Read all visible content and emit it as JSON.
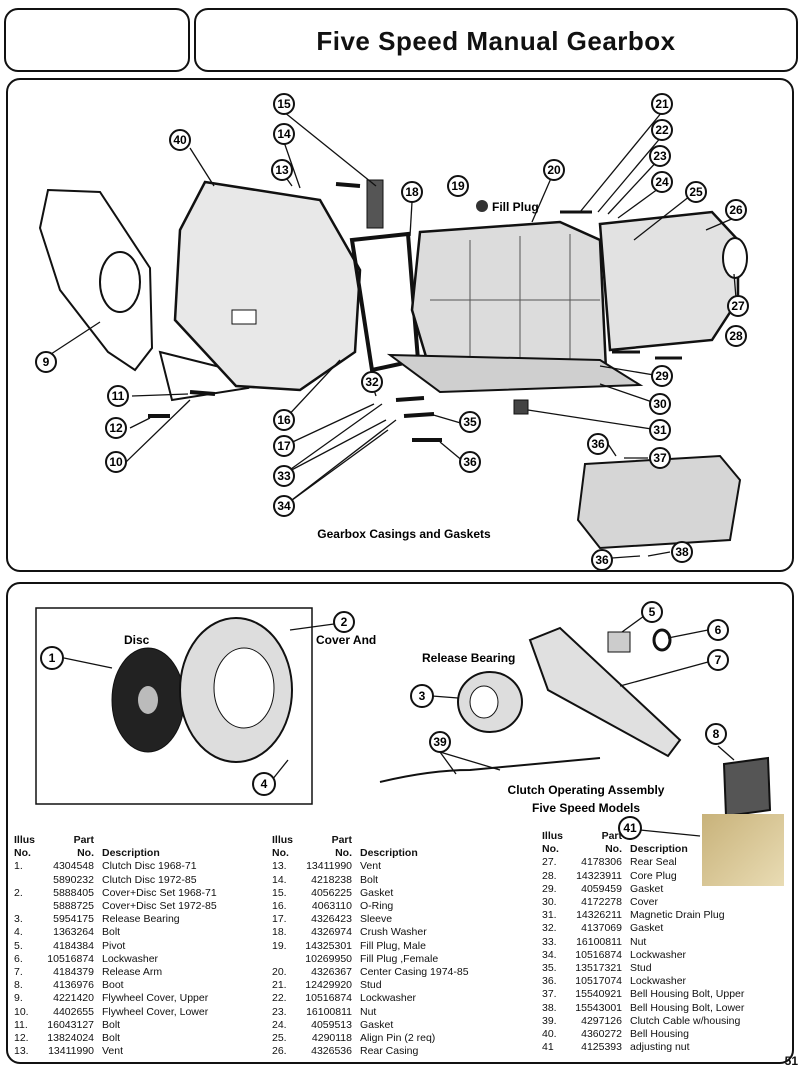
{
  "header": {
    "title": "Five Speed Manual Gearbox"
  },
  "diagram_top": {
    "caption": "Gearbox Casings and Gaskets",
    "fill_plug_label": "Fill Plug",
    "callouts": [
      "15",
      "14",
      "13",
      "40",
      "18",
      "19",
      "20",
      "21",
      "22",
      "23",
      "24",
      "25",
      "26",
      "27",
      "28",
      "29",
      "30",
      "31",
      "32",
      "35",
      "36",
      "16",
      "17",
      "33",
      "34",
      "9",
      "11",
      "12",
      "10",
      "36",
      "37",
      "36",
      "38"
    ]
  },
  "diagram_bottom": {
    "caption_line1": "Clutch Operating  Assembly",
    "caption_line2": "Five Speed Models",
    "disc_label": "Disc",
    "cover_label": "Cover And",
    "release_bearing_label": "Release Bearing",
    "callouts": [
      "1",
      "2",
      "3",
      "4",
      "5",
      "6",
      "7",
      "8",
      "39",
      "41"
    ]
  },
  "parts_header": {
    "illus": "Illus",
    "no": "No.",
    "part": "Part",
    "partno": "No.",
    "desc": "Description"
  },
  "parts_col1": [
    {
      "no": "1.",
      "part": "4304548",
      "desc": "Clutch Disc 1968-71"
    },
    {
      "no": "",
      "part": "5890232",
      "desc": "Clutch Disc 1972-85"
    },
    {
      "no": "2.",
      "part": "5888405",
      "desc": "Cover+Disc Set 1968-71"
    },
    {
      "no": "",
      "part": "5888725",
      "desc": "Cover+Disc Set 1972-85"
    },
    {
      "no": "3.",
      "part": "5954175",
      "desc": "Release Bearing"
    },
    {
      "no": "4.",
      "part": "1363264",
      "desc": "Bolt"
    },
    {
      "no": "5.",
      "part": "4184384",
      "desc": "Pivot"
    },
    {
      "no": "6.",
      "part": "10516874",
      "desc": "Lockwasher"
    },
    {
      "no": "7.",
      "part": "4184379",
      "desc": "Release Arm"
    },
    {
      "no": "8.",
      "part": "4136976",
      "desc": "Boot"
    },
    {
      "no": "9.",
      "part": "4221420",
      "desc": "Flywheel Cover, Upper"
    },
    {
      "no": "10.",
      "part": "4402655",
      "desc": "Flywheel Cover, Lower"
    },
    {
      "no": "11.",
      "part": "16043127",
      "desc": "Bolt"
    },
    {
      "no": "12.",
      "part": "13824024",
      "desc": "Bolt"
    },
    {
      "no": "13.",
      "part": "13411990",
      "desc": "Vent"
    }
  ],
  "parts_col2": [
    {
      "no": "13.",
      "part": "13411990",
      "desc": "Vent"
    },
    {
      "no": "14.",
      "part": "4218238",
      "desc": "Bolt"
    },
    {
      "no": "15.",
      "part": "4056225",
      "desc": "Gasket"
    },
    {
      "no": "16.",
      "part": "4063110",
      "desc": "O-Ring"
    },
    {
      "no": "17.",
      "part": "4326423",
      "desc": "Sleeve"
    },
    {
      "no": "18.",
      "part": "4326974",
      "desc": "Crush Washer"
    },
    {
      "no": "19.",
      "part": "14325301",
      "desc": "Fill Plug, Male"
    },
    {
      "no": "",
      "part": "10269950",
      "desc": "Fill Plug ,Female"
    },
    {
      "no": "20.",
      "part": "4326367",
      "desc": "Center Casing 1974-85"
    },
    {
      "no": "21.",
      "part": "12429920",
      "desc": "Stud"
    },
    {
      "no": "22.",
      "part": "10516874",
      "desc": "Lockwasher"
    },
    {
      "no": "23.",
      "part": "16100811",
      "desc": "Nut"
    },
    {
      "no": "24.",
      "part": "4059513",
      "desc": "Gasket"
    },
    {
      "no": "25.",
      "part": "4290118",
      "desc": "Align Pin (2 req)"
    },
    {
      "no": "26.",
      "part": "4326536",
      "desc": "Rear Casing"
    }
  ],
  "parts_col3": [
    {
      "no": "27.",
      "part": "4178306",
      "desc": "Rear Seal"
    },
    {
      "no": "28.",
      "part": "14323911",
      "desc": "Core Plug"
    },
    {
      "no": "29.",
      "part": "4059459",
      "desc": "Gasket"
    },
    {
      "no": "30.",
      "part": "4172278",
      "desc": "Cover"
    },
    {
      "no": "31.",
      "part": "14326211",
      "desc": "Magnetic Drain Plug"
    },
    {
      "no": "32.",
      "part": "4137069",
      "desc": "Gasket"
    },
    {
      "no": "33.",
      "part": "16100811",
      "desc": "Nut"
    },
    {
      "no": "34.",
      "part": "10516874",
      "desc": "Lockwasher"
    },
    {
      "no": "35.",
      "part": "13517321",
      "desc": "Stud"
    },
    {
      "no": "36.",
      "part": "10517074",
      "desc": "Lockwasher"
    },
    {
      "no": "37.",
      "part": "15540921",
      "desc": "Bell Housing Bolt, Upper"
    },
    {
      "no": "38.",
      "part": "15543001",
      "desc": "Bell Housing Bolt, Lower"
    },
    {
      "no": "39.",
      "part": "4297126",
      "desc": "Clutch Cable w/housing"
    },
    {
      "no": "40.",
      "part": "4360272",
      "desc": "Bell Housing"
    },
    {
      "no": "41",
      "part": "4125393",
      "desc": "adjusting nut"
    }
  ],
  "page_number": "51"
}
